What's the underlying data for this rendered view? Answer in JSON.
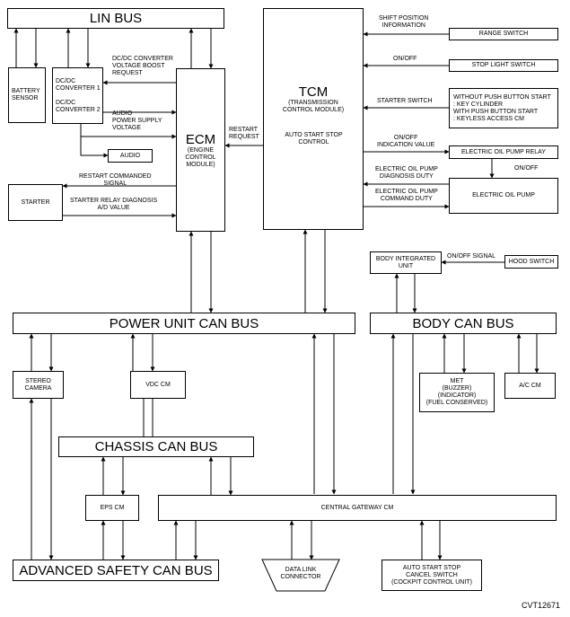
{
  "buses": {
    "lin": "LIN BUS",
    "power_unit_can": "POWER UNIT CAN BUS",
    "body_can": "BODY CAN BUS",
    "chassis_can": "CHASSIS CAN BUS",
    "advanced_safety_can": "ADVANCED SAFETY CAN BUS"
  },
  "modules": {
    "battery_sensor": "BATTERY\nSENSOR",
    "dcdc": "DC/DC\nCONVERTER 1\n\nDC/DC\nCONVERTER 2",
    "audio": "AUDIO",
    "starter": "STARTER",
    "ecm_title": "ECM",
    "ecm_sub": "(ENGINE\nCONTROL\nMODULE)",
    "tcm_title": "TCM",
    "tcm_sub": "(TRANSMISSION\nCONTROL MODULE)",
    "auto_start_stop_control": "AUTO START STOP\nCONTROL",
    "range_switch": "RANGE SWITCH",
    "stop_light_switch": "STOP LIGHT SWITCH",
    "push_button_start": "WITHOUT PUSH BUTTON START\n: KEY CYLINDER\nWITH PUSH BUTTON START\n: KEYLESS ACCESS CM",
    "electric_oil_pump_relay": "ELECTRIC OIL PUMP RELAY",
    "electric_oil_pump": "ELECTRIC OIL PUMP",
    "body_integrated_unit": "BODY INTEGRATED\nUNIT",
    "hood_switch": "HOOD SWITCH",
    "stereo_camera": "STEREO\nCAMERA",
    "vdc_cm": "VDC CM",
    "met": "MET\n(BUZZER)\n(INDICATOR)\n(FUEL CONSERVED)",
    "ac_cm": "A/C CM",
    "eps_cm": "EPS CM",
    "central_gateway_cm": "CENTRAL GATEWAY CM",
    "data_link_connector": "DATA LINK\nCONNECTOR",
    "auto_start_stop_cancel_switch": "AUTO START STOP\nCANCEL SWITCH\n(COCKPIT CONTROL UNIT)"
  },
  "signals": {
    "dcdc_boost_request": "DC/DC CONVERTER\nVOLTAGE BOOST\nREQUEST",
    "audio_power_supply": "AUDIO\nPOWER SUPPLY\nVOLTAGE",
    "restart_commanded": "RESTART COMMANDED\nSIGNAL",
    "starter_relay_diag": "STARTER RELAY DIAGNOSIS\nA/D VALUE",
    "restart_request": "RESTART\nREQUEST",
    "shift_position": "SHIFT POSITION\nINFORMATION",
    "on_off_stop_light": "ON/OFF",
    "starter_switch": "STARTER SWITCH",
    "on_off_indication": "ON/OFF\nINDICATION VALUE",
    "on_off_relay": "ON/OFF",
    "eop_diag_duty": "ELECTRIC OIL PUMP\nDIAGNOSIS DUTY",
    "eop_command_duty": "ELECTRIC OIL PUMP\nCOMMAND DUTY",
    "on_off_signal": "ON/OFF SIGNAL"
  },
  "figure_id": "CVT12671"
}
